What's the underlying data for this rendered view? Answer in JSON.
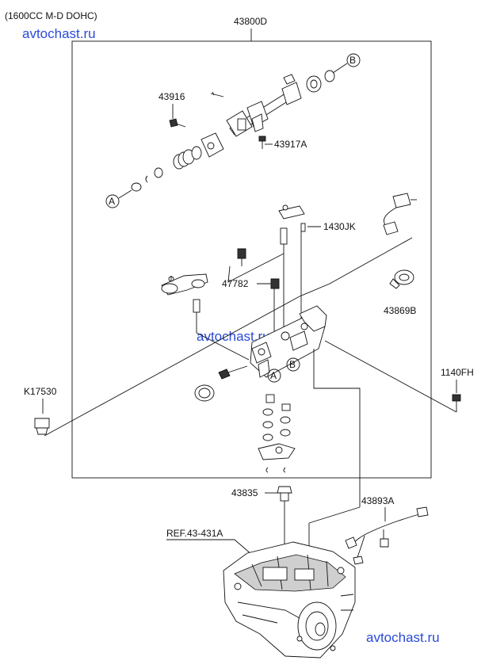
{
  "header": {
    "engine_note": "(1600CC M-D DOHC)"
  },
  "watermark": "avtochast.ru",
  "callouts": {
    "assembly": "43800D",
    "p43916": "43916",
    "p43917A": "43917A",
    "p1430JK": "1430JK",
    "p47782": "47782",
    "p43869B": "43869B",
    "p1140FH": "1140FH",
    "pK17530": "K17530",
    "p43835": "43835",
    "p43893A": "43893A",
    "ref": "REF.43-431A"
  },
  "markers": {
    "a": "A",
    "b": "B"
  },
  "colors": {
    "watermark": "#2a4ad8",
    "line": "#111111"
  }
}
